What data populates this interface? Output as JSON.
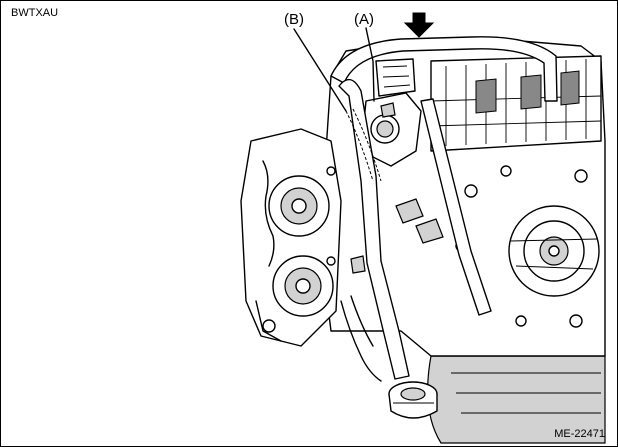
{
  "header": {
    "code": "BWTXAU"
  },
  "callouts": {
    "a": "(A)",
    "b": "(B)"
  },
  "footer": {
    "figure_number": "ME-22471"
  }
}
